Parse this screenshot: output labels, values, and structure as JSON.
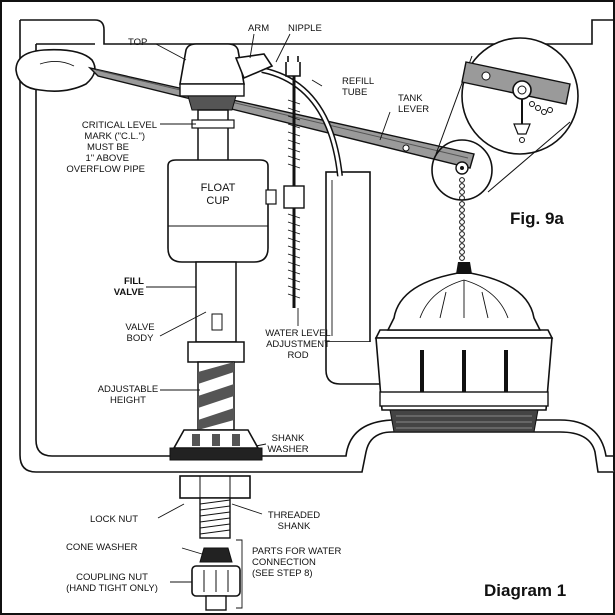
{
  "figure_label": "Fig. 9a",
  "diagram_label": "Diagram 1",
  "labels": {
    "top": "TOP",
    "arm": "ARM",
    "nipple": "NIPPLE",
    "refill_tube": [
      "REFILL",
      "TUBE"
    ],
    "tank_lever": [
      "TANK",
      "LEVER"
    ],
    "critical_level": [
      "CRITICAL LEVEL",
      "MARK (\"C.L.\")",
      "MUST BE",
      "1\" ABOVE",
      "OVERFLOW PIPE"
    ],
    "float_cup": [
      "FLOAT",
      "CUP"
    ],
    "fill_valve": [
      "FILL",
      "VALVE"
    ],
    "valve_body": [
      "VALVE",
      "BODY"
    ],
    "water_level_rod": [
      "WATER LEVEL",
      "ADJUSTMENT",
      "ROD"
    ],
    "adjustable_height": [
      "ADJUSTABLE",
      "HEIGHT"
    ],
    "shank_washer": [
      "SHANK",
      "WASHER"
    ],
    "lock_nut": "LOCK NUT",
    "threaded_shank": [
      "THREADED",
      "SHANK"
    ],
    "cone_washer": "CONE WASHER",
    "coupling_nut": [
      "COUPLING NUT",
      "(HAND TIGHT ONLY)"
    ],
    "parts_water": [
      "PARTS FOR WATER",
      "CONNECTION",
      "(SEE STEP 8)"
    ]
  }
}
